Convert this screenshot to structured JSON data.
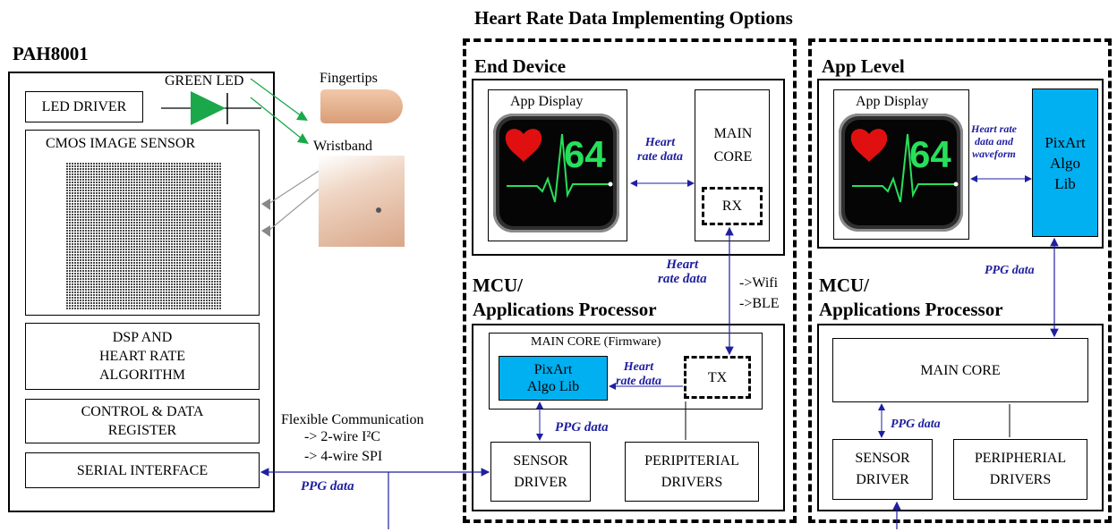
{
  "header": {
    "title": "Heart Rate Data Implementing Options"
  },
  "chip": {
    "name": "PAH8001",
    "led_driver": "LED DRIVER",
    "green_led": "GREEN LED",
    "cmos": "CMOS IMAGE SENSOR",
    "dsp": [
      "DSP AND",
      "HEART RATE",
      "ALGORITHM"
    ],
    "control": [
      "CONTROL  & DATA",
      "REGISTER"
    ],
    "serial": "SERIAL INTERFACE"
  },
  "body_sites": {
    "fingertips": "Fingertips",
    "wristband": "Wristband"
  },
  "comm": {
    "lines": [
      "Flexible Communication",
      "-> 2-wire I²C",
      "-> 4-wire SPI"
    ],
    "ppg": "PPG data"
  },
  "end_device": {
    "title": "End Device",
    "app_display": "App Display",
    "hr_value": "64",
    "heart_rate_data": [
      "Heart",
      "rate data"
    ],
    "main_core": [
      "MAIN",
      "CORE"
    ],
    "rx": "RX",
    "link_heart": [
      "Heart",
      "rate data"
    ],
    "wifi": "->Wifi",
    "ble": "->BLE",
    "mcu_title": [
      "MCU/",
      "Applications Processor"
    ],
    "main_core_fw": "MAIN CORE  (Firmware)",
    "algo": [
      "PixArt",
      "Algo Lib"
    ],
    "tx_heart": [
      "Heart",
      "rate data"
    ],
    "tx": "TX",
    "ppg": "PPG data",
    "sensor_driver": [
      "SENSOR",
      "DRIVER"
    ],
    "peripheral": [
      "PERIPITERIAL",
      "DRIVERS"
    ]
  },
  "app_level": {
    "title": "App Level",
    "app_display": "App Display",
    "hr_value": "64",
    "hr_wave": [
      "Heart rate",
      "data and",
      "waveform"
    ],
    "algo": [
      "PixArt",
      "Algo",
      "Lib"
    ],
    "ppg_top": "PPG data",
    "mcu_title": [
      "MCU/",
      "Applications Processor"
    ],
    "main_core": "MAIN CORE",
    "ppg": "PPG data",
    "sensor_driver": [
      "SENSOR",
      "DRIVER"
    ],
    "peripheral": [
      "PERIPHERIAL",
      "DRIVERS"
    ]
  },
  "colors": {
    "led_green": "#1aa84a",
    "algo_blue": "#00b0f0",
    "link_blue": "#1f1fa0",
    "hr_green": "#27e05a",
    "heart_red": "#e01010"
  }
}
